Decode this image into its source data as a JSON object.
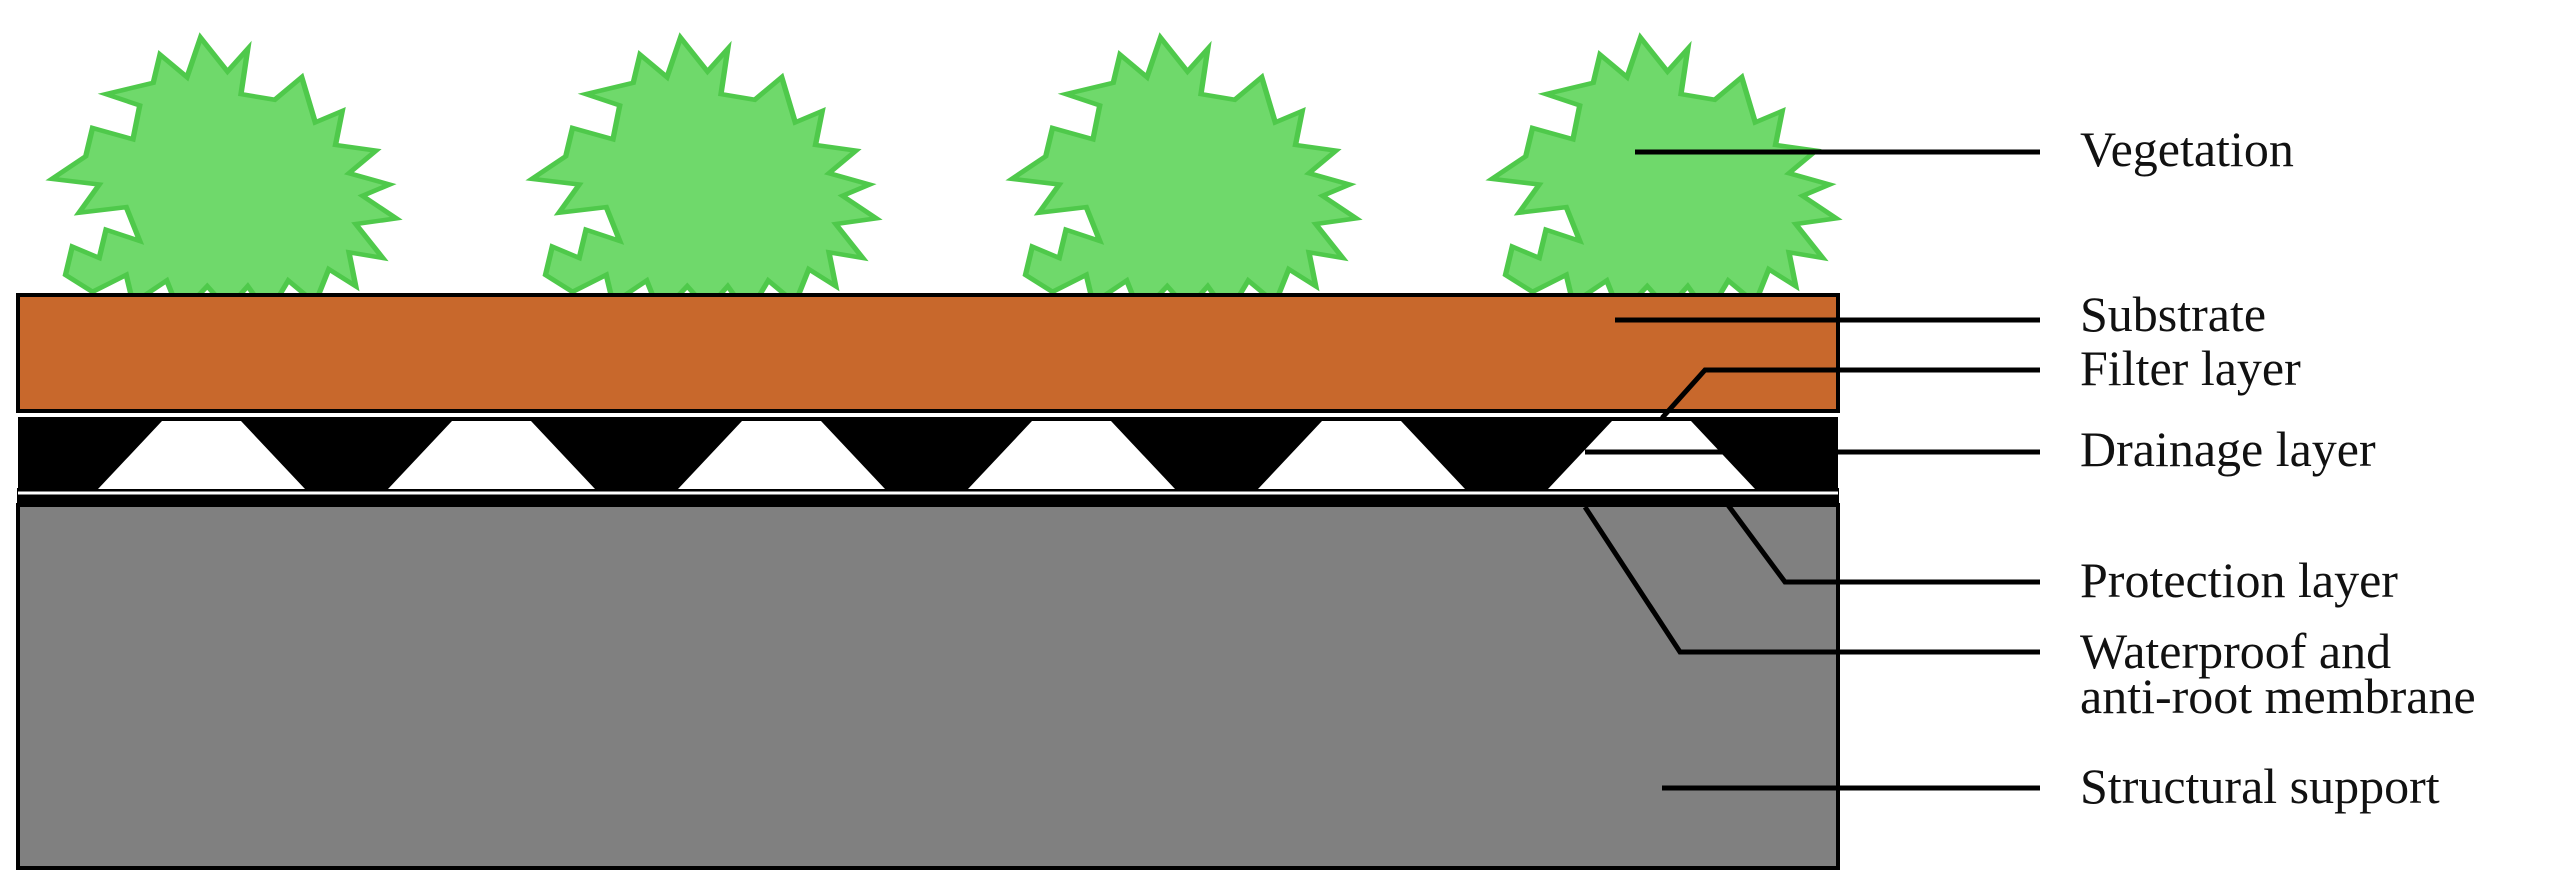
{
  "labels": {
    "vegetation": "Vegetation",
    "substrate": "Substrate",
    "filter_layer": "Filter layer",
    "drainage_layer": "Drainage layer",
    "protection_layer": "Protection layer",
    "waterproof_line1": "Waterproof and",
    "waterproof_line2": "anti-root membrane",
    "structural_support": "Structural support"
  },
  "colors": {
    "vegetation_fill": "#6fd96b",
    "vegetation_outline": "#4fc94b",
    "substrate": "#c8682c",
    "drainage": "#000000",
    "drainage_cells": "#ffffff",
    "structural_support": "#808080",
    "outline": "#000000"
  }
}
